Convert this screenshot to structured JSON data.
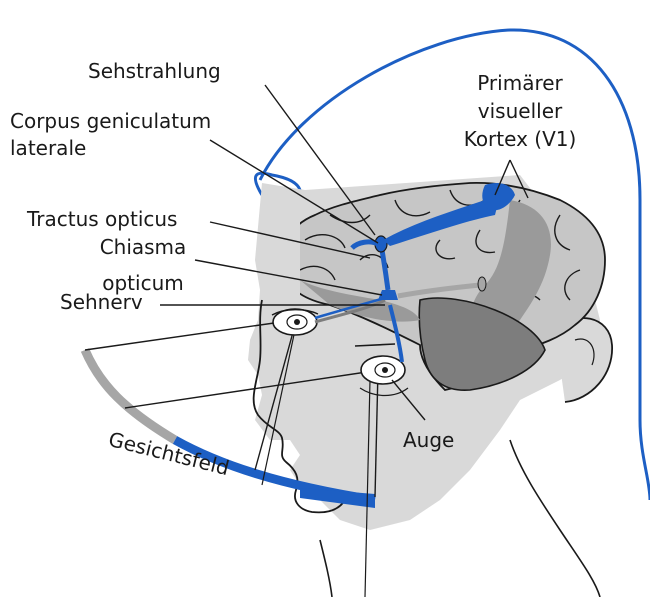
{
  "labels": {
    "sehstrahlung": "Sehstrahlung",
    "corpus_1": "Corpus geniculatum",
    "corpus_2": "laterale",
    "tractus": "Tractus opticus",
    "chiasma_1": "Chiasma",
    "chiasma_2": "opticum",
    "sehnerv": "Sehnerv",
    "v1_1": "Primärer",
    "v1_2": "visueller",
    "v1_3": "Kortex (V1)",
    "auge": "Auge",
    "gesichtsfeld": "Gesichtsfeld"
  },
  "colors": {
    "pathway_blue": "#1d5fc4",
    "head_gray": "#d9d9d9",
    "brain_gray": "#c6c6c6",
    "deep_gray": "#7d7d7d",
    "field_left_gray": "#a6a6a6"
  }
}
